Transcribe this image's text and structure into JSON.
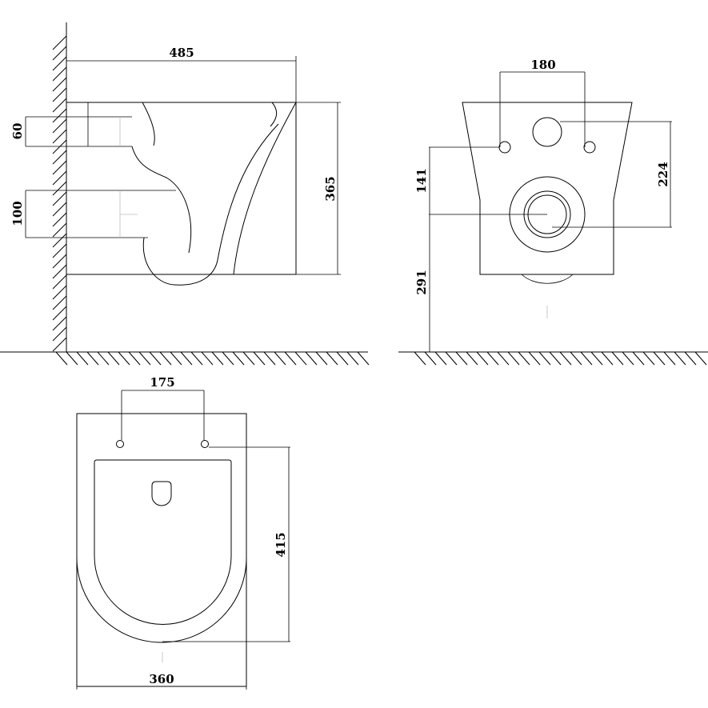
{
  "side_view": {
    "width_label": "485",
    "height_label": "365",
    "inlet_label": "60",
    "outlet_label": "100"
  },
  "front_view": {
    "bolt_spacing_label": "180",
    "inlet_height_label": "224",
    "outlet_to_top_label": "141",
    "outlet_height_label": "291"
  },
  "top_view": {
    "bolt_spacing_label": "175",
    "length_label": "415",
    "width_label": "360"
  }
}
